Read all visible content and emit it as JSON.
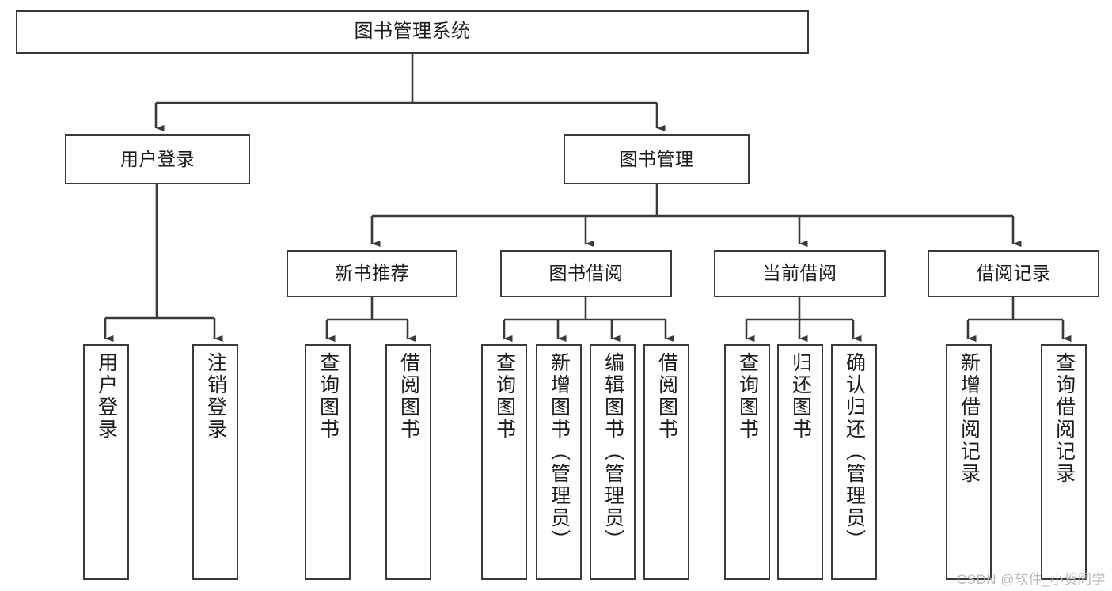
{
  "diagram": {
    "title": "图书管理系统",
    "type": "tree-hierarchy",
    "watermark": "CSDN @软件_小贺同学",
    "line_color": "#3a3a3a",
    "box_fill": "#ffffff",
    "text_color": "#1b1b1b"
  },
  "nodes": {
    "root": {
      "label": "图书管理系统"
    },
    "level2": [
      {
        "label": "用户登录"
      },
      {
        "label": "图书管理"
      }
    ],
    "level3": [
      {
        "label": "新书推荐"
      },
      {
        "label": "图书借阅"
      },
      {
        "label": "当前借阅"
      },
      {
        "label": "借阅记录"
      }
    ],
    "leaves": {
      "user_login": [
        {
          "label": "用户登录"
        },
        {
          "label": "注销登录"
        }
      ],
      "new_book_recommend": [
        {
          "label": "查询图书"
        },
        {
          "label": "借阅图书"
        }
      ],
      "book_borrow": [
        {
          "label": "查询图书"
        },
        {
          "label": "新增图书（管理员）"
        },
        {
          "label": "编辑图书（管理员）"
        },
        {
          "label": "借阅图书"
        }
      ],
      "current_borrow": [
        {
          "label": "查询图书"
        },
        {
          "label": "归还图书"
        },
        {
          "label": "确认归还（管理员）"
        }
      ],
      "borrow_record": [
        {
          "label": "新增借阅记录"
        },
        {
          "label": "查询借阅记录"
        }
      ]
    }
  }
}
